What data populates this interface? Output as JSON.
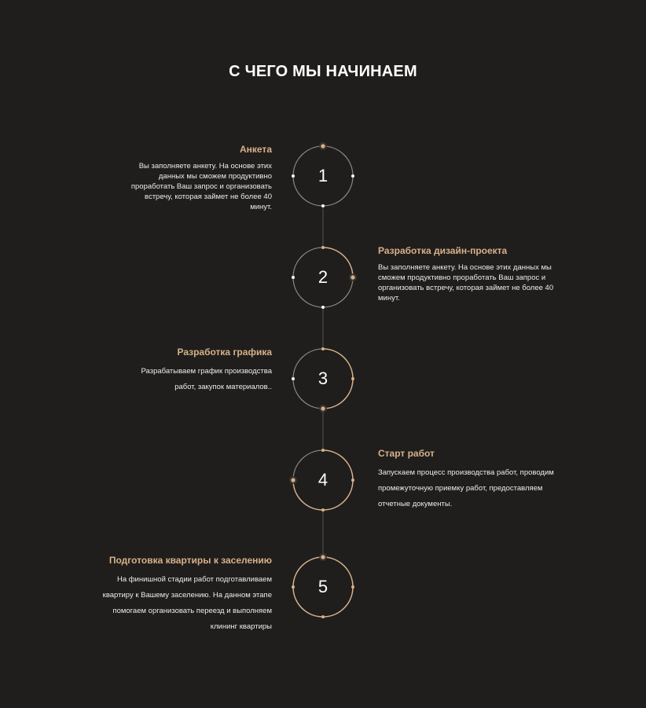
{
  "header": {
    "title": "С ЧЕГО МЫ НАЧИНАЕМ"
  },
  "colors": {
    "background": "#1f1e1c",
    "accent": "#d8b08a",
    "ring_inactive": "#8a8580",
    "line": "#5a5753"
  },
  "steps": [
    {
      "number": "1",
      "title": "Анкета",
      "description": "Вы заполняете анкету. На основе этих данных мы сможем продуктивно проработать Ваш запрос и организовать встречу, которая займет не более 40 минут.",
      "side": "left",
      "progress": 0.0
    },
    {
      "number": "2",
      "title": "Разработка дизайн-проекта",
      "description": "Вы заполняете анкету. На основе этих данных мы сможем продуктивно проработать Ваш запрос и организовать встречу, которая займет не более 40 минут.",
      "side": "right",
      "progress": 0.25
    },
    {
      "number": "3",
      "title": "Разработка графика",
      "description": "Разрабатываем график производства работ, закупок материалов..",
      "side": "left",
      "progress": 0.5
    },
    {
      "number": "4",
      "title": "Старт работ",
      "description": "Запускаем процесс производства работ, проводим промежуточную приемку работ, предоставляем отчетные документы.",
      "side": "right",
      "progress": 0.75
    },
    {
      "number": "5",
      "title": "Подготовка квартиры к заселению",
      "description": "На финишной стадии работ подготавливаем квартиру к Вашему заселению. На данном этапе помогаем организовать переезд и выполняем клининг квартиры",
      "side": "left",
      "progress": 1.0
    }
  ]
}
